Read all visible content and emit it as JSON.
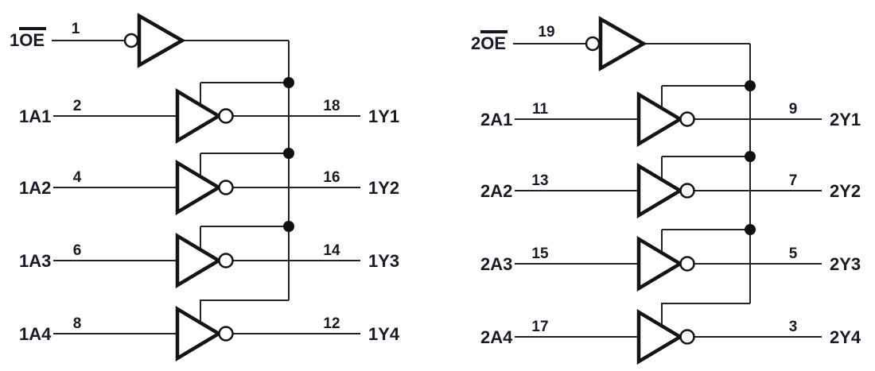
{
  "colors": {
    "background": "#ffffff",
    "wire": "#232323",
    "symbol_stroke": "#141414",
    "text": "#181a25",
    "junction_dot": "#111111"
  },
  "left": {
    "oe": {
      "prefix": "1",
      "signal": "OE",
      "pin": "1"
    },
    "buffers": [
      {
        "input_label": "1A1",
        "input_pin": "2",
        "output_label": "1Y1",
        "output_pin": "18"
      },
      {
        "input_label": "1A2",
        "input_pin": "4",
        "output_label": "1Y2",
        "output_pin": "16"
      },
      {
        "input_label": "1A3",
        "input_pin": "6",
        "output_label": "1Y3",
        "output_pin": "14"
      },
      {
        "input_label": "1A4",
        "input_pin": "8",
        "output_label": "1Y4",
        "output_pin": "12"
      }
    ]
  },
  "right": {
    "oe": {
      "prefix": "2",
      "signal": "OE",
      "pin": "19"
    },
    "buffers": [
      {
        "input_label": "2A1",
        "input_pin": "11",
        "output_label": "2Y1",
        "output_pin": "9"
      },
      {
        "input_label": "2A2",
        "input_pin": "13",
        "output_label": "2Y2",
        "output_pin": "7"
      },
      {
        "input_label": "2A3",
        "input_pin": "15",
        "output_label": "2Y3",
        "output_pin": "5"
      },
      {
        "input_label": "2A4",
        "input_pin": "17",
        "output_label": "2Y4",
        "output_pin": "3"
      }
    ]
  }
}
